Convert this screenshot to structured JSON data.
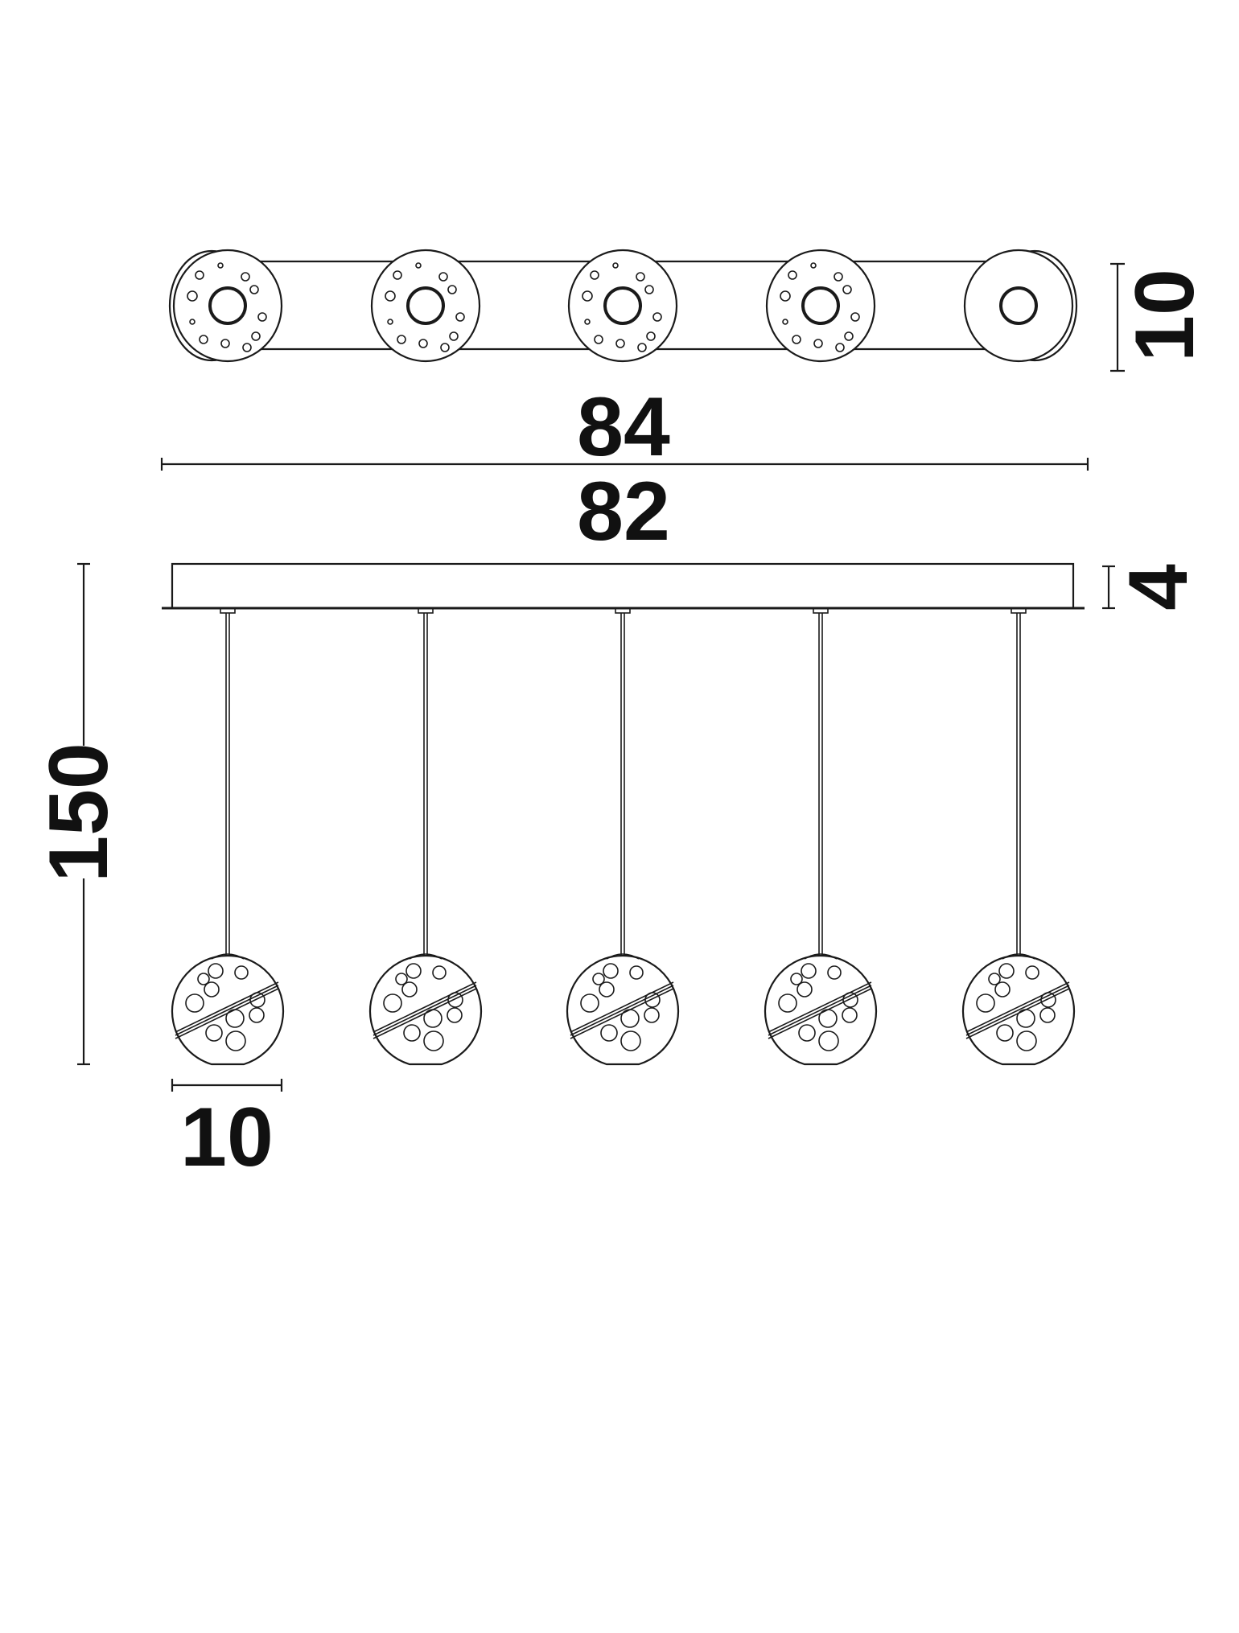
{
  "dimensions": {
    "top_depth": "10",
    "total_length": "84",
    "canopy_length": "82",
    "canopy_height": "4",
    "total_height": "150",
    "globe_diameter": "10"
  },
  "colors": {
    "line": "#1a1a1a",
    "background": "#ffffff"
  }
}
